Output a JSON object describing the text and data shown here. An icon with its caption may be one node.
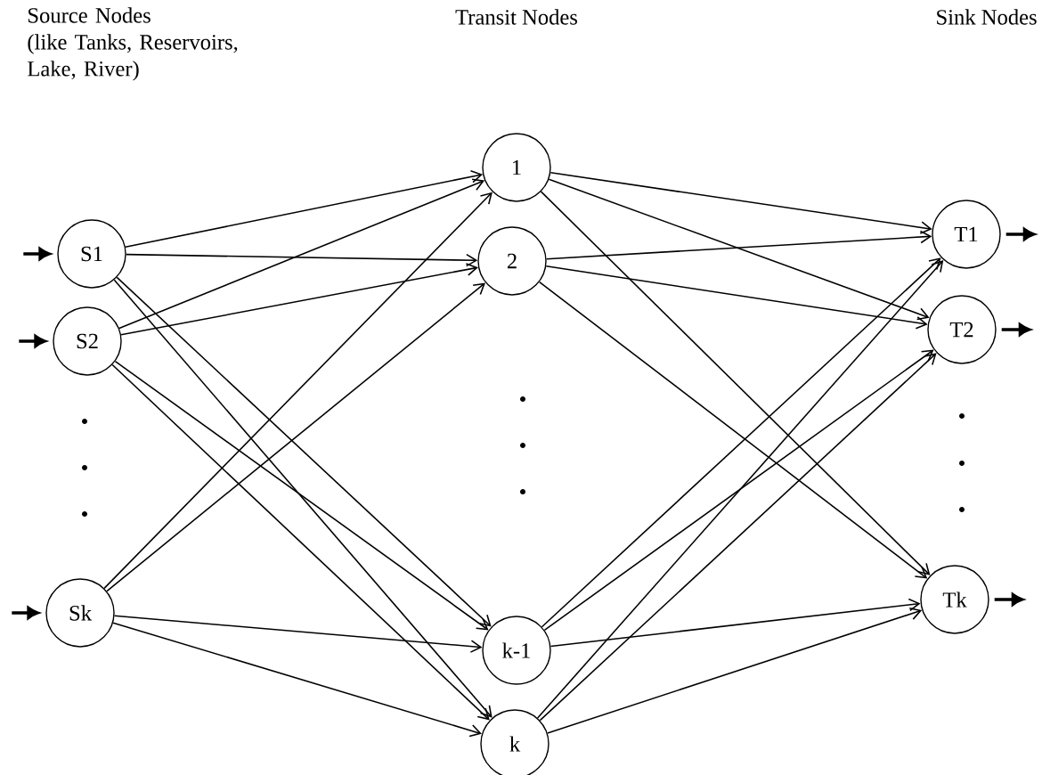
{
  "diagram": {
    "nodes": [
      {
        "text": [
          "S1"
        ]
      },
      {
        "text": [
          "S2"
        ]
      },
      {
        "text": [
          "Sk"
        ]
      },
      {
        "text": [
          "1"
        ]
      },
      {
        "text": [
          "2"
        ]
      },
      {
        "text": [
          "k-1"
        ]
      },
      {
        "text": [
          "k"
        ]
      },
      {
        "text": [
          "T1"
        ]
      },
      {
        "text": [
          "T2"
        ]
      },
      {
        "text": [
          "Tk"
        ]
      }
    ],
    "edges": [
      {
        "from": null,
        "to": 0,
        "arrow": "to",
        "style": "thick"
      },
      {
        "from": null,
        "to": 1,
        "arrow": "to",
        "style": "thick"
      },
      {
        "from": null,
        "to": 2,
        "arrow": "to",
        "style": "thick"
      },
      {
        "from": 0,
        "to": 3,
        "arrow": "to"
      },
      {
        "from": 0,
        "to": 4,
        "arrow": "to"
      },
      {
        "from": 0,
        "to": 5,
        "arrow": "to"
      },
      {
        "from": 0,
        "to": 6,
        "arrow": "to"
      },
      {
        "from": 1,
        "to": 3,
        "arrow": "to"
      },
      {
        "from": 1,
        "to": 4,
        "arrow": "to"
      },
      {
        "from": 1,
        "to": 5,
        "arrow": "to"
      },
      {
        "from": 1,
        "to": 6,
        "arrow": "to"
      },
      {
        "from": 2,
        "to": 3,
        "arrow": "to"
      },
      {
        "from": 2,
        "to": 4,
        "arrow": "to"
      },
      {
        "from": 2,
        "to": 5,
        "arrow": "to"
      },
      {
        "from": 2,
        "to": 6,
        "arrow": "to"
      },
      {
        "from": 3,
        "to": 7,
        "arrow": "to"
      },
      {
        "from": 3,
        "to": 8,
        "arrow": "to"
      },
      {
        "from": 3,
        "to": 9,
        "arrow": "to"
      },
      {
        "from": 4,
        "to": 7,
        "arrow": "to"
      },
      {
        "from": 4,
        "to": 8,
        "arrow": "to"
      },
      {
        "from": 4,
        "to": 9,
        "arrow": "to"
      },
      {
        "from": 5,
        "to": 7,
        "arrow": "to"
      },
      {
        "from": 5,
        "to": 8,
        "arrow": "to"
      },
      {
        "from": 5,
        "to": 9,
        "arrow": "to"
      },
      {
        "from": 6,
        "to": 7,
        "arrow": "to"
      },
      {
        "from": 6,
        "to": 8,
        "arrow": "to"
      },
      {
        "from": 6,
        "to": 9,
        "arrow": "to"
      },
      {
        "from": 7,
        "to": null,
        "arrow": "to",
        "style": "thick"
      },
      {
        "from": 8,
        "to": null,
        "arrow": "to",
        "style": "thick"
      },
      {
        "from": 9,
        "to": null,
        "arrow": "to",
        "style": "thick"
      }
    ],
    "labels": [
      "Source Nodes",
      "(like Tanks, Reservoirs, Lake, River)",
      "Transit Nodes",
      "Sink Nodes"
    ]
  }
}
